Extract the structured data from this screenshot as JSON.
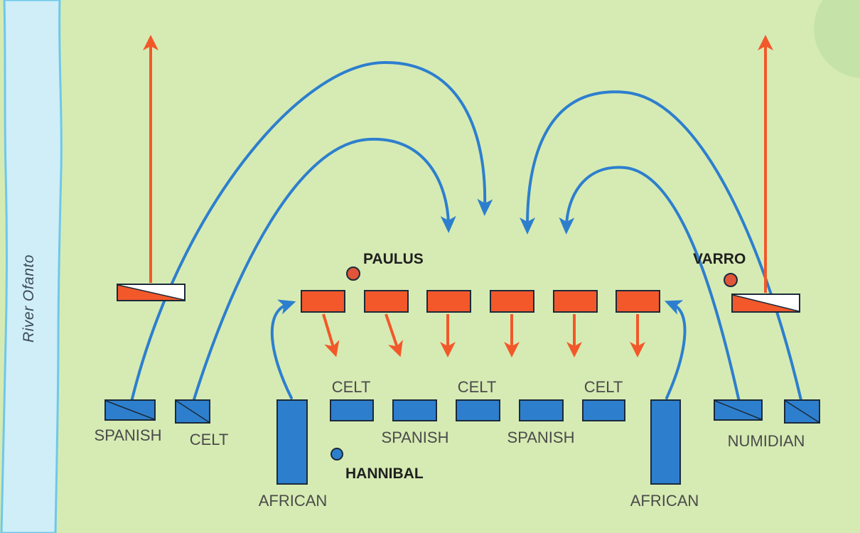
{
  "map": {
    "colors": {
      "land": "#d6ebb3",
      "river": "#cfeef8",
      "river_bank": "#6ec8ea",
      "carthaginian": "#2d7fce",
      "roman": "#f2582a",
      "outline": "#1b2a3a",
      "commander_roman": "#e0553a",
      "commander_carthaginian": "#2d7fce"
    },
    "river": {
      "name": "River Ofanto",
      "icon": "river-line"
    },
    "carthaginian_units": [
      {
        "id": "spanish-cavalry",
        "label": "SPANISH",
        "type": "cavalry",
        "icon": "hatched-rect"
      },
      {
        "id": "celt-cavalry",
        "label": "CELT",
        "type": "cavalry",
        "icon": "hatched-rect"
      },
      {
        "id": "african-left",
        "label": "AFRICAN",
        "type": "infantry-column",
        "icon": "tall-rect"
      },
      {
        "id": "centre-1",
        "label": "",
        "type": "infantry",
        "icon": "rect"
      },
      {
        "id": "centre-2",
        "label": "",
        "type": "infantry",
        "icon": "rect"
      },
      {
        "id": "centre-3",
        "label": "",
        "type": "infantry",
        "icon": "rect"
      },
      {
        "id": "centre-4",
        "label": "",
        "type": "infantry",
        "icon": "rect"
      },
      {
        "id": "centre-5",
        "label": "",
        "type": "infantry",
        "icon": "rect"
      },
      {
        "id": "african-right",
        "label": "AFRICAN",
        "type": "infantry-column",
        "icon": "tall-rect"
      },
      {
        "id": "numidian-1",
        "label": "NUMIDIAN",
        "type": "cavalry",
        "icon": "hatched-rect"
      },
      {
        "id": "numidian-2",
        "label": "",
        "type": "cavalry",
        "icon": "hatched-rect"
      }
    ],
    "centre_labels": [
      "CELT",
      "SPANISH",
      "CELT",
      "SPANISH",
      "CELT"
    ],
    "roman_units": [
      {
        "id": "roman-cavalry-left",
        "type": "cavalry",
        "icon": "half-red-rect"
      },
      {
        "id": "roman-infantry-1",
        "type": "infantry",
        "icon": "rect"
      },
      {
        "id": "roman-infantry-2",
        "type": "infantry",
        "icon": "rect"
      },
      {
        "id": "roman-infantry-3",
        "type": "infantry",
        "icon": "rect"
      },
      {
        "id": "roman-infantry-4",
        "type": "infantry",
        "icon": "rect"
      },
      {
        "id": "roman-infantry-5",
        "type": "infantry",
        "icon": "rect"
      },
      {
        "id": "roman-infantry-6",
        "type": "infantry",
        "icon": "rect"
      },
      {
        "id": "roman-cavalry-right",
        "type": "cavalry",
        "icon": "half-red-rect"
      }
    ],
    "commanders": [
      {
        "id": "paulus",
        "name": "PAULUS",
        "side": "roman",
        "icon": "commander-dot"
      },
      {
        "id": "varro",
        "name": "VARRO",
        "side": "roman",
        "icon": "commander-dot"
      },
      {
        "id": "hannibal",
        "name": "HANNIBAL",
        "side": "carthaginian",
        "icon": "commander-dot"
      }
    ],
    "movements": {
      "roman_cavalry_retreat": 2,
      "roman_infantry_advance": 6,
      "carthaginian_cavalry_envelopment": 4,
      "african_flank_attack": 2
    }
  }
}
